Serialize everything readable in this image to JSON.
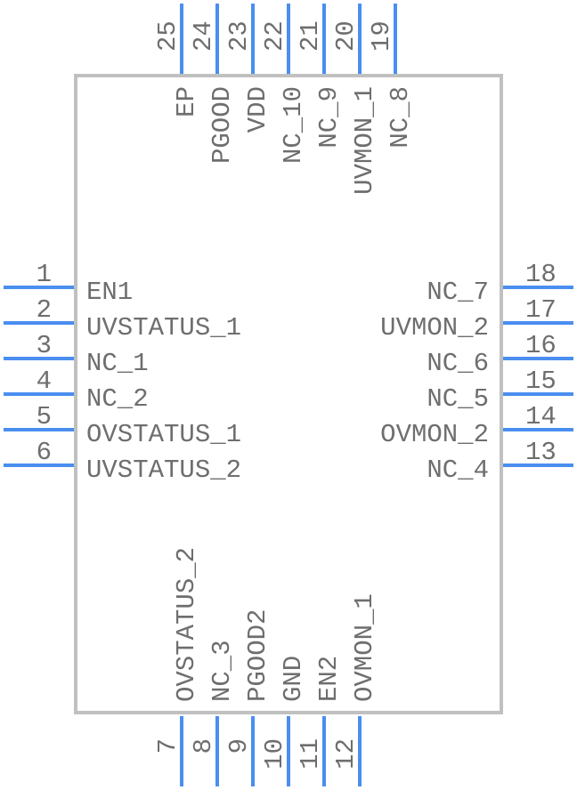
{
  "component": {
    "colors": {
      "body_outline": "#c0c0c0",
      "pin_line": "#4a8ef0",
      "text": "#6e6e6e"
    },
    "left_pins": [
      {
        "number": "1",
        "name": "EN1"
      },
      {
        "number": "2",
        "name": "UVSTATUS_1"
      },
      {
        "number": "3",
        "name": "NC_1"
      },
      {
        "number": "4",
        "name": "NC_2"
      },
      {
        "number": "5",
        "name": "OVSTATUS_1"
      },
      {
        "number": "6",
        "name": "UVSTATUS_2"
      }
    ],
    "right_pins": [
      {
        "number": "18",
        "name": "NC_7"
      },
      {
        "number": "17",
        "name": "UVMON_2"
      },
      {
        "number": "16",
        "name": "NC_6"
      },
      {
        "number": "15",
        "name": "NC_5"
      },
      {
        "number": "14",
        "name": "OVMON_2"
      },
      {
        "number": "13",
        "name": "NC_4"
      }
    ],
    "top_pins": [
      {
        "number": "25",
        "name": "EP"
      },
      {
        "number": "24",
        "name": "PGOOD"
      },
      {
        "number": "23",
        "name": "VDD"
      },
      {
        "number": "22",
        "name": "NC_10"
      },
      {
        "number": "21",
        "name": "NC_9"
      },
      {
        "number": "20",
        "name": "UVMON_1"
      },
      {
        "number": "19",
        "name": "NC_8"
      }
    ],
    "bottom_pins": [
      {
        "number": "7",
        "name": "OVSTATUS_2"
      },
      {
        "number": "8",
        "name": "NC_3"
      },
      {
        "number": "9",
        "name": "PGOOD2"
      },
      {
        "number": "10",
        "name": "GND"
      },
      {
        "number": "11",
        "name": "EN2"
      },
      {
        "number": "12",
        "name": "OVMON_1"
      }
    ]
  }
}
